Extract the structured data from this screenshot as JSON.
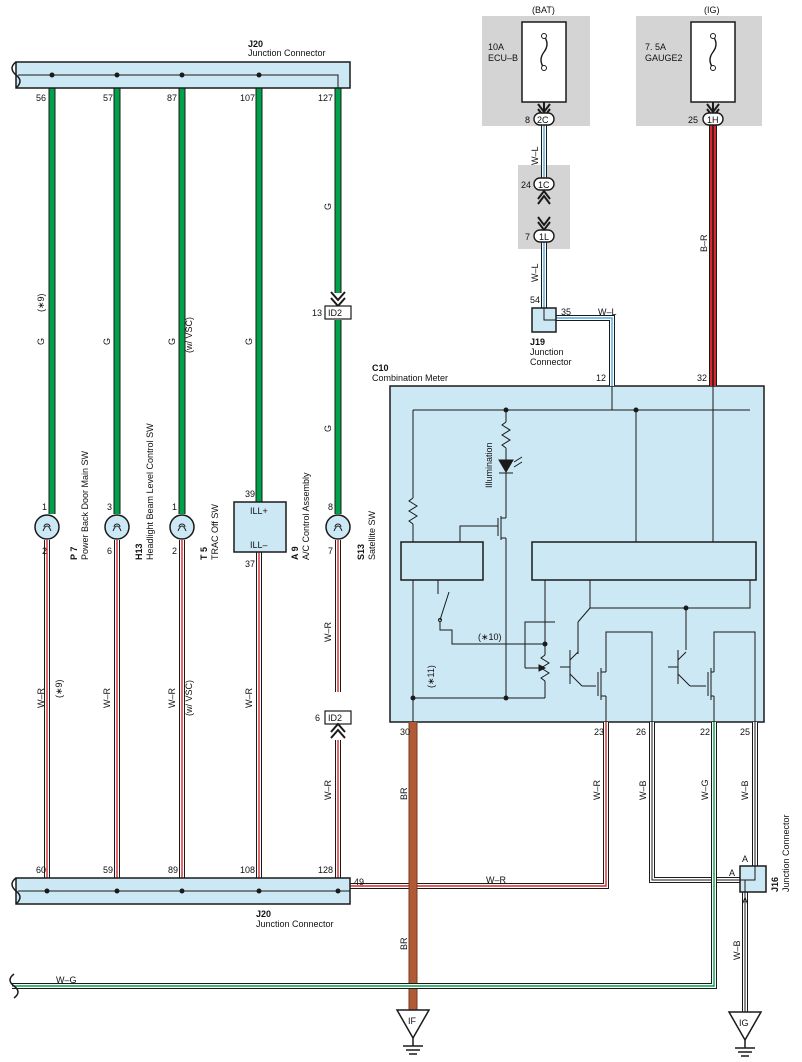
{
  "colors": {
    "green": "#00a14b",
    "red": "#d8282e",
    "blue": "#4aa8e0",
    "brown": "#b05a36",
    "black": "#1a1a1a",
    "white": "#ffffff",
    "box_fill": "#cce8f4",
    "fuse_box": "#d4d4d4"
  },
  "connectors": {
    "j20_top": {
      "id": "J20",
      "name": "Junction Connector"
    },
    "j20_bottom": {
      "id": "J20",
      "name": "Junction Connector"
    },
    "j19": {
      "id": "J19",
      "name_l1": "Junction",
      "name_l2": "Connector"
    },
    "j16": {
      "id": "J16",
      "name": "Junction Connector"
    },
    "id2": "ID2"
  },
  "fuses": {
    "bat": {
      "supply": "(BAT)",
      "rating": "10A",
      "name": "ECU–B"
    },
    "ig": {
      "supply": "(IG)",
      "rating": "7. 5A",
      "name": "GAUGE2"
    }
  },
  "meter": {
    "id": "C10",
    "name": "Combination Meter",
    "illumination": "Illumination",
    "note10": "(∗10)",
    "note11": "(∗11)"
  },
  "switches": {
    "p7": {
      "id": "P 7",
      "name": "Power Back Door Main SW"
    },
    "h13": {
      "id": "H13",
      "name": "Headlight Beam Level Control SW"
    },
    "t5": {
      "id": "T 5",
      "name": "TRAC Off SW"
    },
    "a9": {
      "id": "A 9",
      "name": "A/C Control Assembly",
      "ill_plus": "ILL+",
      "ill_minus": "ILL–"
    },
    "s13": {
      "id": "S13",
      "name": "Satellite SW"
    }
  },
  "grounds": {
    "if": "IF",
    "ig": "IG"
  },
  "wire_colors": {
    "g": "G",
    "wr": "W–R",
    "wl": "W–L",
    "br_wire": "B–R",
    "br": "BR",
    "wb": "W–B",
    "wg": "W–G"
  },
  "notes": {
    "n9": "(∗9)",
    "wvsc": "(w/ VSC)"
  },
  "pins": {
    "j20_top": [
      "56",
      "57",
      "87",
      "107",
      "127"
    ],
    "j20_bottom": [
      "60",
      "59",
      "89",
      "108",
      "128"
    ],
    "j20_bottom_49": "49",
    "sw_top": [
      "1",
      "3",
      "1",
      "39",
      "8"
    ],
    "sw_bottom": [
      "2",
      "6",
      "2",
      "37",
      "7"
    ],
    "bat_pin": "8",
    "bat_conn": "2C",
    "ig_pin": "25",
    "ig_conn": "1H",
    "inline_24": "24",
    "inline_1c": "1C",
    "inline_7": "7",
    "inline_1l": "1L",
    "j19_54": "54",
    "j19_35": "35",
    "id2_top": "13",
    "id2_bottom": "6",
    "c10_12": "12",
    "c10_32": "32",
    "c10_bottom": [
      "30",
      "23",
      "26",
      "22",
      "25"
    ],
    "j16_a": "A"
  }
}
